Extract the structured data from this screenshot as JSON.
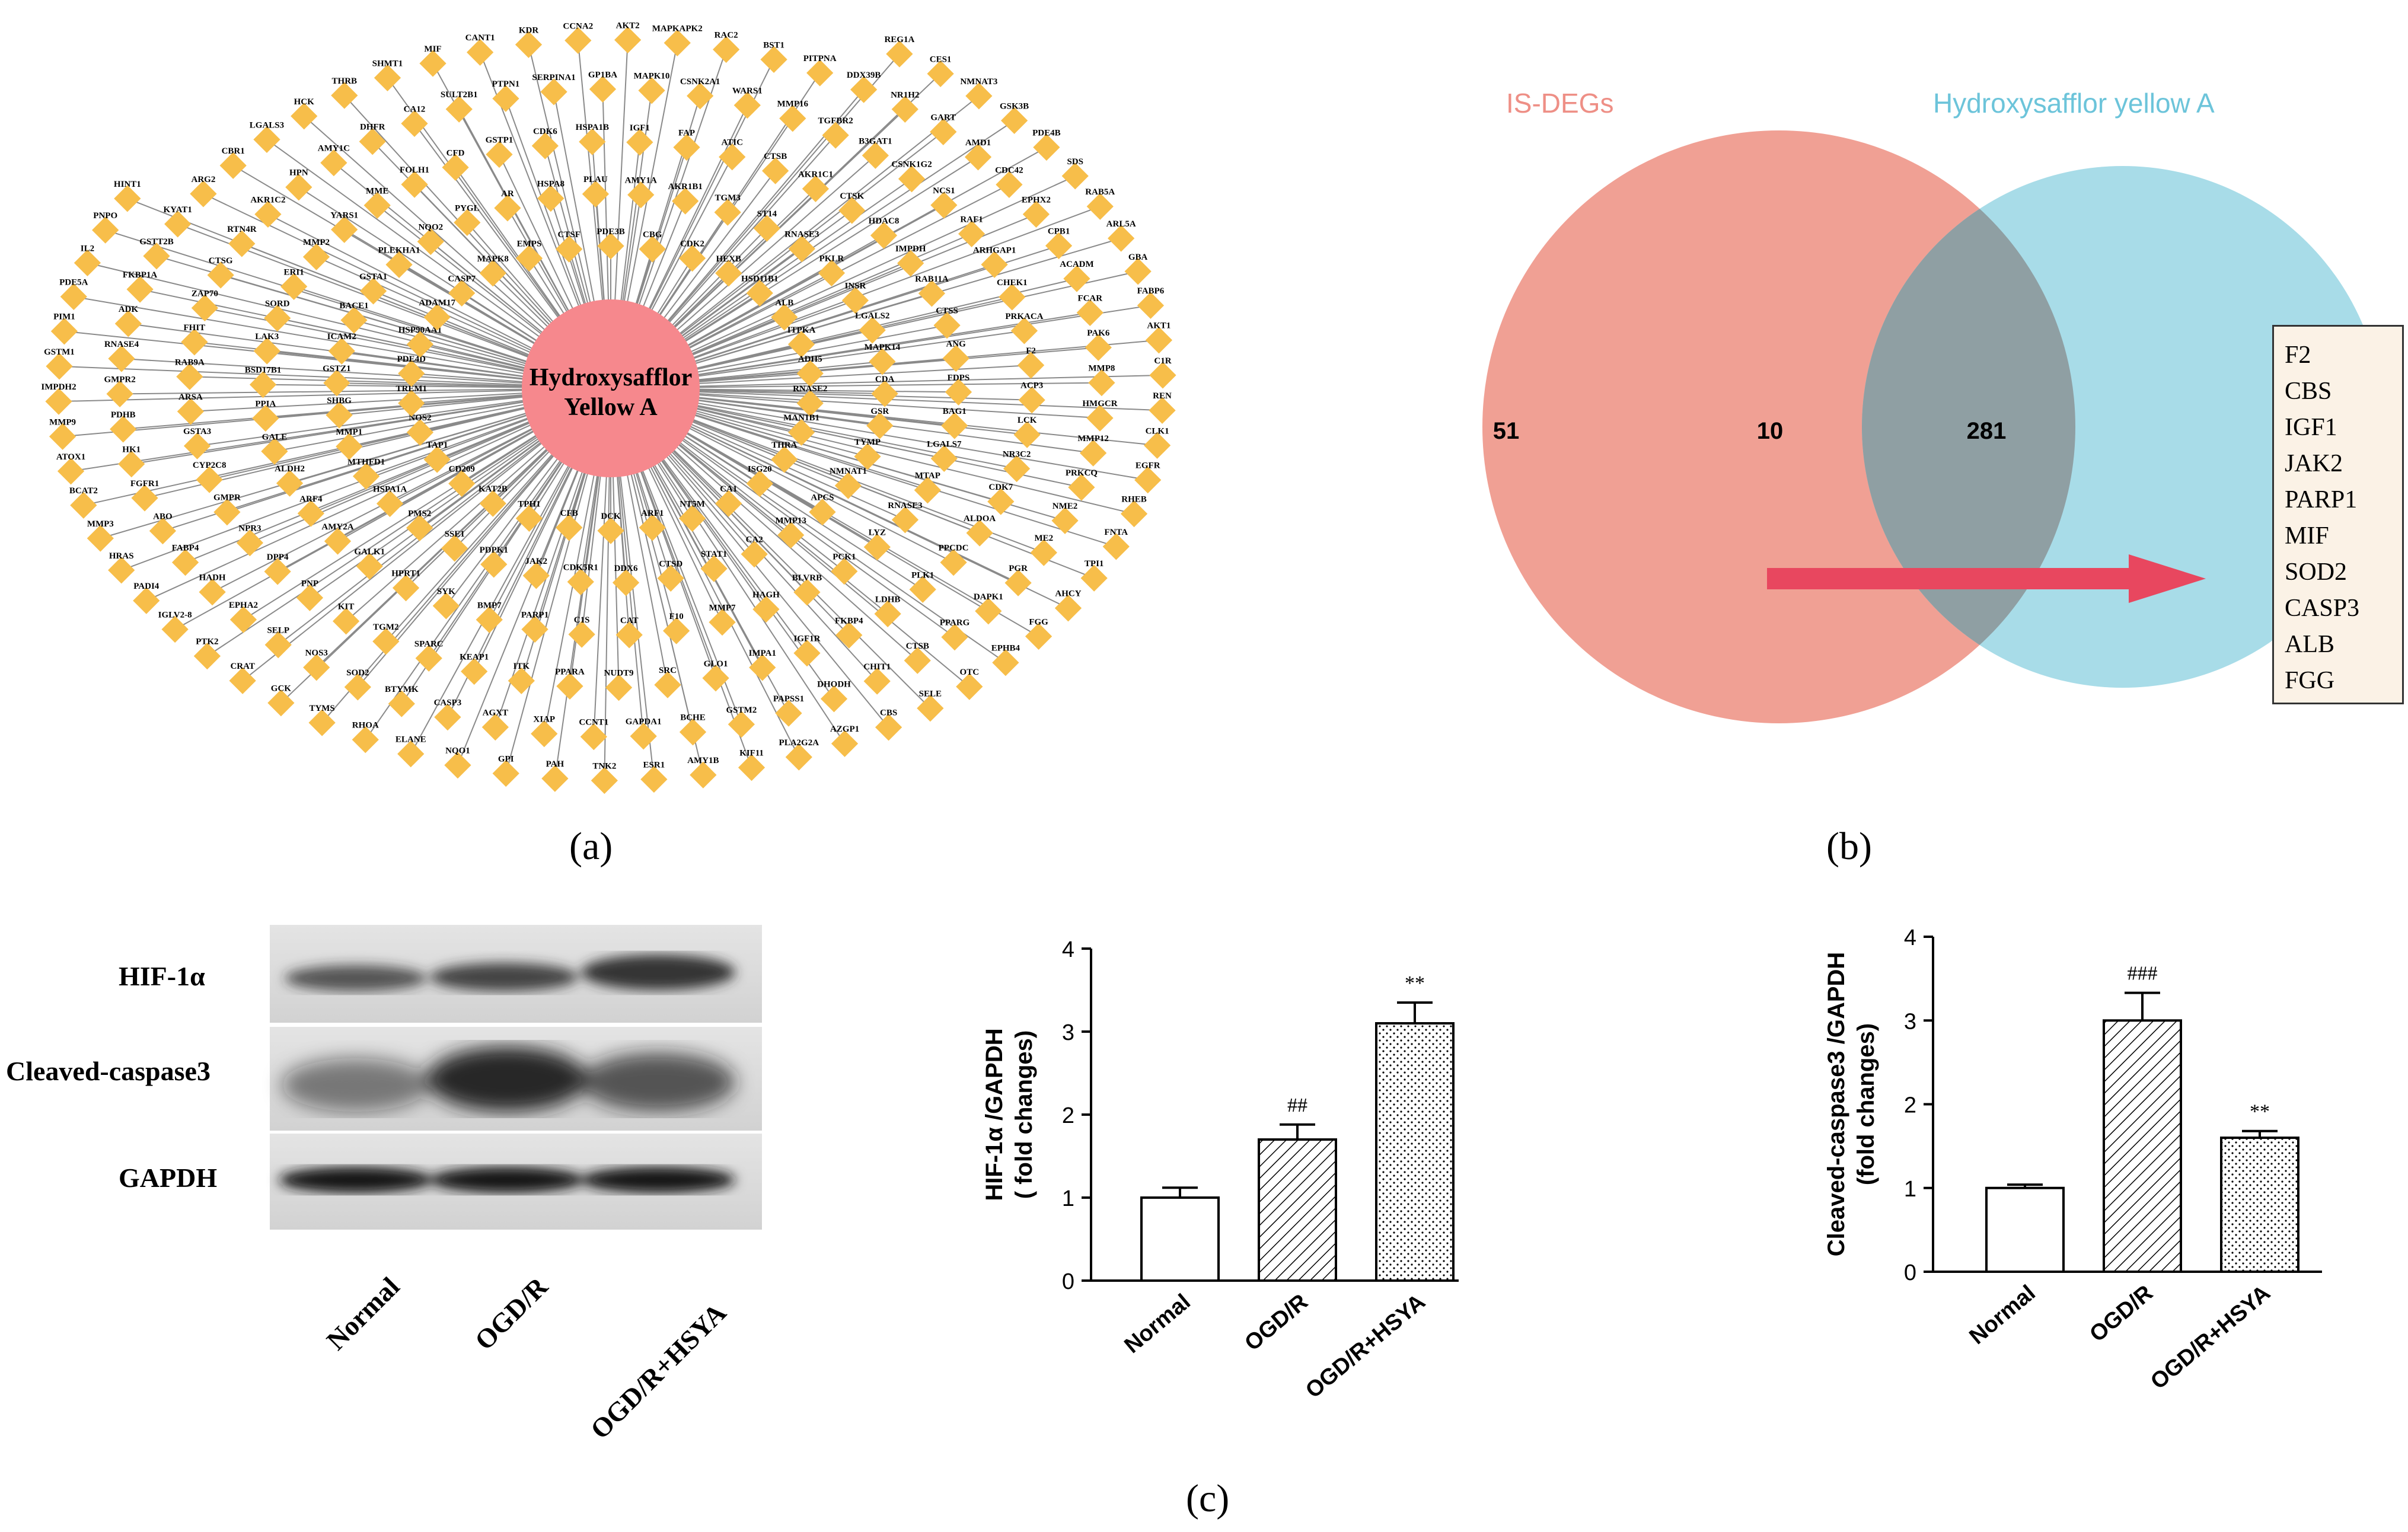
{
  "panel_labels": {
    "a": "(a)",
    "b": "(b)",
    "c": "(c)"
  },
  "network": {
    "center_label": [
      "Hydroxysafflor",
      "Yellow A"
    ],
    "node_color": "#f7be4a",
    "center_color": "#f6888d",
    "nodes": [
      "PDE3B",
      "CBG",
      "CDK2",
      "HEXB",
      "HSD11B1",
      "ALB",
      "ITPKA",
      "ADH5",
      "RNASE2",
      "MAN1B1",
      "THRA",
      "ISG20",
      "CA1",
      "NT5M",
      "ARF1",
      "DCK",
      "CFB",
      "TPH1",
      "KAT2B",
      "CD209",
      "TAP1",
      "NOS2",
      "TREM1",
      "PDE4D",
      "HSP90AA1",
      "ADAM17",
      "CASP7",
      "MAPK8",
      "EMPS",
      "CTSF",
      "AMY1A",
      "AKR1B1",
      "TGM3",
      "ST14",
      "RNASE3",
      "PKLR",
      "INSR",
      "LGALS2",
      "MAPK14",
      "CDA",
      "GSR",
      "TYMP",
      "NMNAT1",
      "APCS",
      "MMP13",
      "CA2",
      "STAT1",
      "CTSD",
      "DDX6",
      "CDK5R1",
      "JAK2",
      "PDPK1",
      "SSE1",
      "PMS2",
      "HSPA1A",
      "MTHFD1",
      "MMP1",
      "SHBG",
      "GSTZ1",
      "ICAM2",
      "BACE1",
      "GSTA1",
      "PLEKHA1",
      "NQO2",
      "PYGL",
      "AR",
      "HSPA8",
      "PLAU",
      "FAP",
      "ATIC",
      "CTSB",
      "AKR1C1",
      "CTSK",
      "HDAC8",
      "IMPDH",
      "RAB11A",
      "CTSS",
      "ANG",
      "FDPS",
      "BAG1",
      "LGALS7",
      "MTAP",
      "RNASE3",
      "LYZ",
      "PCK1",
      "BLVRB",
      "HAGH",
      "MMP7",
      "F10",
      "CAT",
      "C1S",
      "PARP1",
      "BMP7",
      "SYK",
      "HPRT1",
      "GALK1",
      "AMY2A",
      "ARF4",
      "ALDH2",
      "GALE",
      "PPIA",
      "BSD17B1",
      "LAK3",
      "SORD",
      "ERI1",
      "MMP2",
      "YARS1",
      "MME",
      "FOLH1",
      "CFD",
      "GSTP1",
      "CDK6",
      "HSPA1B",
      "IGF1",
      "WARS1",
      "MMP16",
      "TGFBR2",
      "B3GAT1",
      "CSNK1G2",
      "NCS1",
      "RAF1",
      "ARHGAP1",
      "CHEK1",
      "PRKACA",
      "F2",
      "ACP3",
      "LCK",
      "NR3C2",
      "CDK7",
      "ALDOA",
      "PPCDC",
      "PLK1",
      "LDHB",
      "FKBP4",
      "IGF1R",
      "IMPA1",
      "GLO1",
      "SRC",
      "NUDT9",
      "PPARA",
      "ITK",
      "KEAP1",
      "SPARC",
      "TGM2",
      "KIT",
      "PNP",
      "DPP4",
      "NPR3",
      "GMPR",
      "CYP2C8",
      "GSTA3",
      "ARSA",
      "RAB9A",
      "FHIT",
      "ZAP70",
      "CTSG",
      "RTN4R",
      "AKR1C2",
      "HPN",
      "AMY1C",
      "DHFR",
      "CA12",
      "SULT2B1",
      "PTPN1",
      "SERPINA1",
      "GP1BA",
      "MAPK10",
      "CSNK2A1",
      "PITPNA",
      "DDX39B",
      "NR1H2",
      "GART",
      "AMD1",
      "CDC42",
      "EPHX2",
      "CPB1",
      "ACADM",
      "FCAR",
      "PAK6",
      "MMP8",
      "HMGCR",
      "MMP12",
      "PRKCQ",
      "NME2",
      "ME2",
      "PGR",
      "DAPK1",
      "PPARG",
      "CTSB",
      "CHIT1",
      "DHODH",
      "PAPSS1",
      "GSTM2",
      "BCHE",
      "GAPDA1",
      "CCNT1",
      "XIAP",
      "AGXT",
      "CASP3",
      "BTYMK",
      "SOD2",
      "NOS3",
      "SELP",
      "EPHA2",
      "HADH",
      "FABP4",
      "ABO",
      "FGFR1",
      "HK1",
      "PDHB",
      "GMPR2",
      "RNASE4",
      "ADK",
      "FKBP1A",
      "GSTT2B",
      "KYAT1",
      "ARG2",
      "CBR1",
      "LGALS3",
      "HCK",
      "THRB",
      "SHMT1",
      "MIF",
      "CANT1",
      "KDR",
      "CCNA2",
      "AKT2",
      "MAPKAPK2",
      "RAC2",
      "BST1",
      "REG1A",
      "CES1",
      "NMNAT3",
      "GSK3B",
      "PDE4B",
      "SDS",
      "RAB5A",
      "ARL5A",
      "GBA",
      "FABP6",
      "AKT1",
      "C1R",
      "REN",
      "CLK1",
      "EGFR",
      "RHEB",
      "FNTA",
      "TPI1",
      "AHCY",
      "FGG",
      "EPHB4",
      "OTC",
      "SELE",
      "CBS",
      "AZGP1",
      "PLA2G2A",
      "KIF11",
      "AMY1B",
      "ESR1",
      "TNK2",
      "PAH",
      "GPI",
      "NQO1",
      "ELANE",
      "RHOA",
      "TYMS",
      "GCK",
      "CRAT",
      "PTK2",
      "IGLV2-8",
      "PADI4",
      "HRAS",
      "MMP3",
      "BCAT2",
      "ATOX1",
      "MMP9",
      "IMPDH2",
      "GSTM1",
      "PIM1",
      "PDE5A",
      "IL2",
      "PNPO",
      "HINT1"
    ]
  },
  "venn": {
    "left_label": "IS-DEGs",
    "right_label": "Hydroxysafflor yellow A",
    "left_only": "51",
    "overlap": "10",
    "right_only": "281",
    "left_color": "#f0a094",
    "right_color": "#a8dce8",
    "overlap_color": "#8f9fa3",
    "arrow_color": "#e8475f",
    "genes": [
      "F2",
      "CBS",
      "IGF1",
      "JAK2",
      "PARP1",
      "MIF",
      "SOD2",
      "CASP3",
      "ALB",
      "FGG"
    ]
  },
  "western_blot": {
    "bands": [
      "HIF-1α",
      "Cleaved-caspase3",
      "GAPDH"
    ],
    "lanes": [
      "Normal",
      "OGD/R",
      "OGD/R+HSYA"
    ]
  },
  "chart_data": [
    {
      "type": "bar",
      "ylabel": [
        "HIF-1α /GAPDH",
        "( fold changes)"
      ],
      "categories": [
        "Normal",
        "OGD/R",
        "OGD/R+HSYA"
      ],
      "values": [
        1.0,
        1.7,
        3.1
      ],
      "errors": [
        0.12,
        0.18,
        0.25
      ],
      "annotations": [
        "",
        "##",
        "**"
      ],
      "ylim": [
        0,
        4
      ],
      "yticks": [
        "0",
        "1",
        "2",
        "3",
        "4"
      ],
      "patterns": [
        "none",
        "hatch",
        "dots"
      ]
    },
    {
      "type": "bar",
      "ylabel": [
        "Cleaved-caspase3 /GAPDH",
        "(fold changes)"
      ],
      "categories": [
        "Normal",
        "OGD/R",
        "OGD/R+HSYA"
      ],
      "values": [
        1.0,
        3.0,
        1.6
      ],
      "errors": [
        0.04,
        0.33,
        0.08
      ],
      "annotations": [
        "",
        "###",
        "**"
      ],
      "ylim": [
        0,
        4
      ],
      "yticks": [
        "0",
        "1",
        "2",
        "3",
        "4"
      ],
      "patterns": [
        "none",
        "hatch",
        "dots"
      ]
    }
  ]
}
